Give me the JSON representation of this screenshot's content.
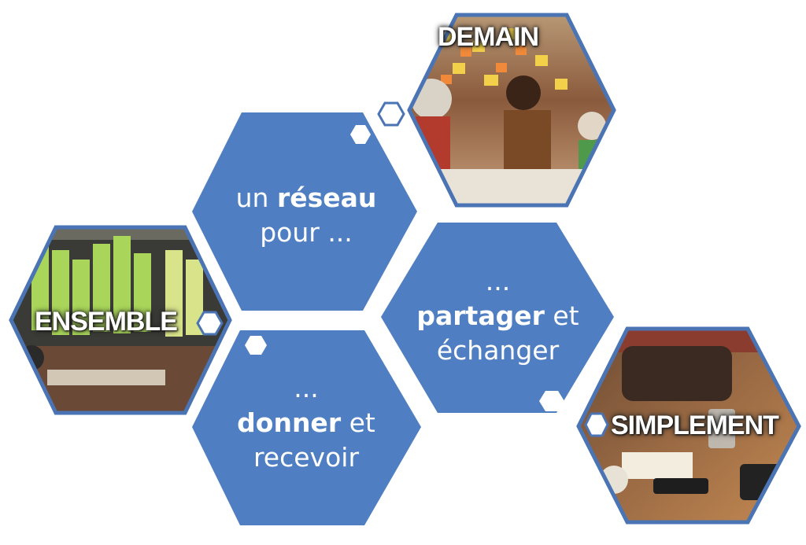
{
  "colors": {
    "hex_fill": "#4f7fc2",
    "hex_stroke": "#3b67a8",
    "photo_border": "#4a74b4"
  },
  "hexagons": {
    "reseau": {
      "line1_pre": "un ",
      "line1_bold": "réseau",
      "line2": "pour ..."
    },
    "partager": {
      "line1": "...",
      "line2_bold": "partager",
      "line2_post": " et",
      "line3": "échanger"
    },
    "donner": {
      "line1": "...",
      "line2_bold": "donner",
      "line2_post": " et",
      "line3": "recevoir"
    }
  },
  "photos": {
    "demain": {
      "label": "DEMAIN",
      "depicts": "people-working-at-sticky-note-wall"
    },
    "ensemble": {
      "label": "ENSEMBLE",
      "depicts": "wall-covered-with-green-post-its"
    },
    "simplement": {
      "label": "SIMPLEMENT",
      "depicts": "table-with-notebook-phone-and-bag"
    }
  }
}
